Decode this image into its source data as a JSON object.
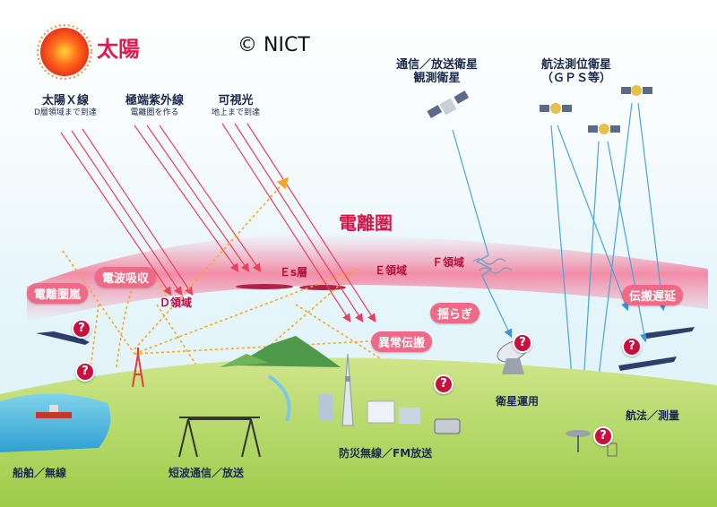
{
  "sun": {
    "label": "太陽"
  },
  "copyright": "© NICT",
  "rays": [
    {
      "title": "太陽Ｘ線",
      "sub": "D層領域まで到達"
    },
    {
      "title": "極端紫外線",
      "sub": "電離圏を作る"
    },
    {
      "title": "可視光",
      "sub": "地上まで到達"
    }
  ],
  "satellites": {
    "comm": {
      "line1": "通信／放送衛星",
      "line2": "観測衛星"
    },
    "gps": {
      "line1": "航法測位衛星",
      "line2": "（ＧＰＳ等）"
    }
  },
  "ionosphere": {
    "title": "電離圏",
    "es_layer": "Ｅs層",
    "e_region": "Ｅ領域",
    "f_region": "Ｆ領域",
    "d_region": "Ｄ領域"
  },
  "effects": {
    "radio_absorption": "電波吸収",
    "storm": "電離圏嵐",
    "scintillation": "揺らぎ",
    "anomalous": "異常伝搬",
    "delay": "伝搬遅延"
  },
  "ground": {
    "ship": "船舶／無線",
    "shortwave": "短波通信／放送",
    "disaster": "防災無線／FM放送",
    "sat_ops": "衛星運用",
    "navigation": "航法／測量"
  },
  "question_mark": "?",
  "colors": {
    "sun": "#ff5a1a",
    "ray": "#e8405e",
    "ionosphere": "#f58aa5",
    "pill": "#ee6a86",
    "question": "#c8103e",
    "dotted": "#f5a623",
    "sat_line": "#4ba3d9"
  }
}
